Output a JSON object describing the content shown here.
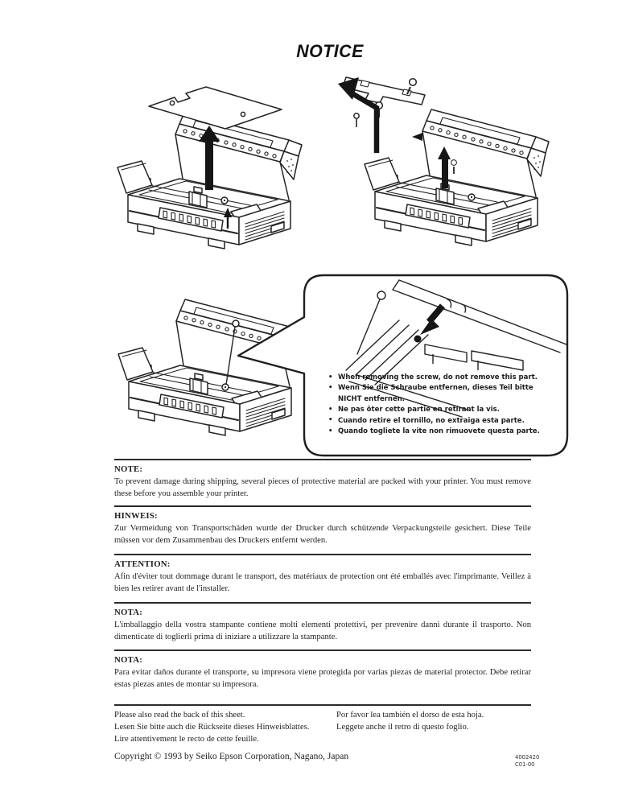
{
  "ink": "#1f1f1f",
  "paper": "#ffffff",
  "page": {
    "title": "NOTICE"
  },
  "callout": {
    "bullets": [
      "When removing the screw, do not remove this part.",
      "Wenn Sie die Schraube entfernen, dieses Teil bitte NICHT entfernen.",
      "Ne pas ôter cette partie en retirant la vis.",
      "Cuando retire el tornillo, no extraiga esta parte.",
      "Quando togliete la vite non rimuovete questa parte."
    ]
  },
  "sections": [
    {
      "heading": "NOTE:",
      "body": "To prevent damage during shipping, several pieces of protective material are packed with your printer. You must remove these before you assemble your printer."
    },
    {
      "heading": "HINWEIS:",
      "body": "Zur Vermeidung von Transportschäden wurde der Drucker durch schützende Verpackungsteile gesichert. Diese Teile müssen vor dem Zusammenbau des Druckers entfernt werden."
    },
    {
      "heading": "ATTENTION:",
      "body": "Afin d'éviter tout dommage durant le transport, des matériaux de protection ont été emballés avec l'imprimante. Veillez à bien les retirer avant de l'installer."
    },
    {
      "heading": "NOTA:",
      "body": "L'imballaggio della vostra stampante contiene molti elementi protettivi, per prevenire danni durante il trasporto. Non dimenticate di toglierli prima di iniziare a utilizzare la stampante."
    },
    {
      "heading": "NOTA:",
      "body": "Para evitar daños durante el transporte, su impresora viene protegida por varias piezas de material protector. Debe retirar estas piezas antes de montar su impresora."
    }
  ],
  "footer": {
    "left_lines": [
      "Please also read the back of this sheet.",
      "Lesen Sie bitte auch die Rückseite dieses Hinweisblattes.",
      "Lire attentivement le recto de cette feuille."
    ],
    "right_lines": [
      "Por favor lea también el dorso de esta hoja.",
      "Leggete anche il retro di questo foglio."
    ],
    "copyright": "Copyright © 1993 by Seiko Epson Corporation, Nagano, Japan",
    "doc_number": "4002420",
    "doc_revision": "C01-00"
  }
}
